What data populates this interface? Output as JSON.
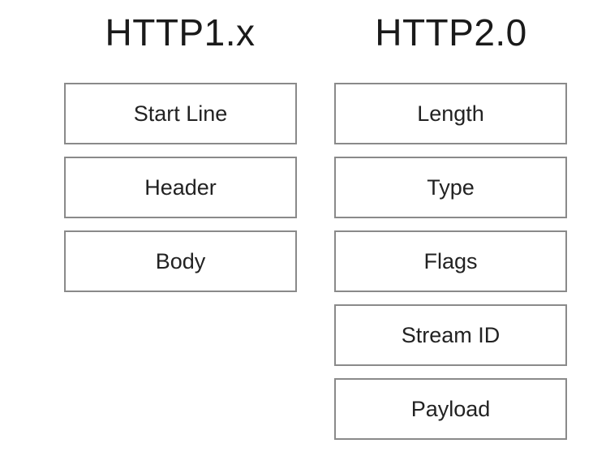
{
  "http1": {
    "title": "HTTP1.x",
    "fields": [
      "Start Line",
      "Header",
      "Body"
    ]
  },
  "http2": {
    "title": "HTTP2.0",
    "fields": [
      "Length",
      "Type",
      "Flags",
      "Stream ID",
      "Payload"
    ]
  },
  "colors": {
    "border": "#8a8a8a",
    "text": "#222222",
    "background": "#ffffff"
  }
}
